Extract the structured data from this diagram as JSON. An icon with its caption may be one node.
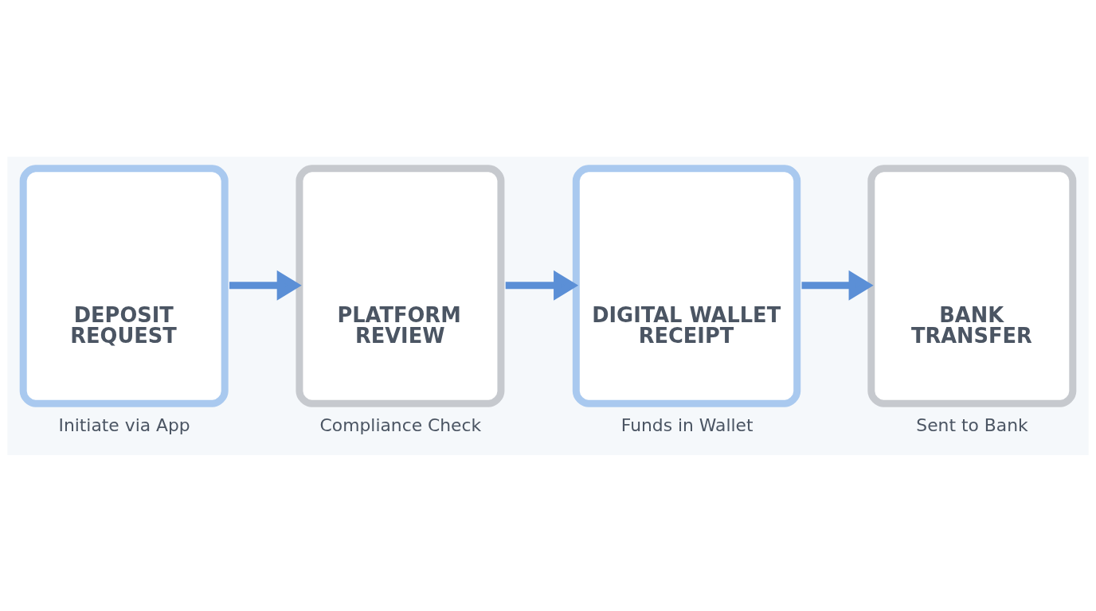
{
  "diagram": {
    "nodes": [
      {
        "text": [
          "DEPOSIT REQUEST"
        ],
        "beside": [
          "Initiate via App"
        ]
      },
      {
        "text": [
          "PLATFORM REVIEW"
        ],
        "beside": [
          "Compliance Check"
        ]
      },
      {
        "text": [
          "DIGITAL WALLET RECEIPT"
        ],
        "beside": [
          "Funds in Wallet"
        ]
      },
      {
        "text": [
          "BANK TRANSFER"
        ],
        "beside": [
          "Sent to Bank"
        ]
      }
    ],
    "edges": [
      {
        "from": 0,
        "to": 1,
        "arrow": "to"
      },
      {
        "from": 1,
        "to": 2,
        "arrow": "to"
      },
      {
        "from": 2,
        "to": 3,
        "arrow": "to"
      }
    ]
  }
}
